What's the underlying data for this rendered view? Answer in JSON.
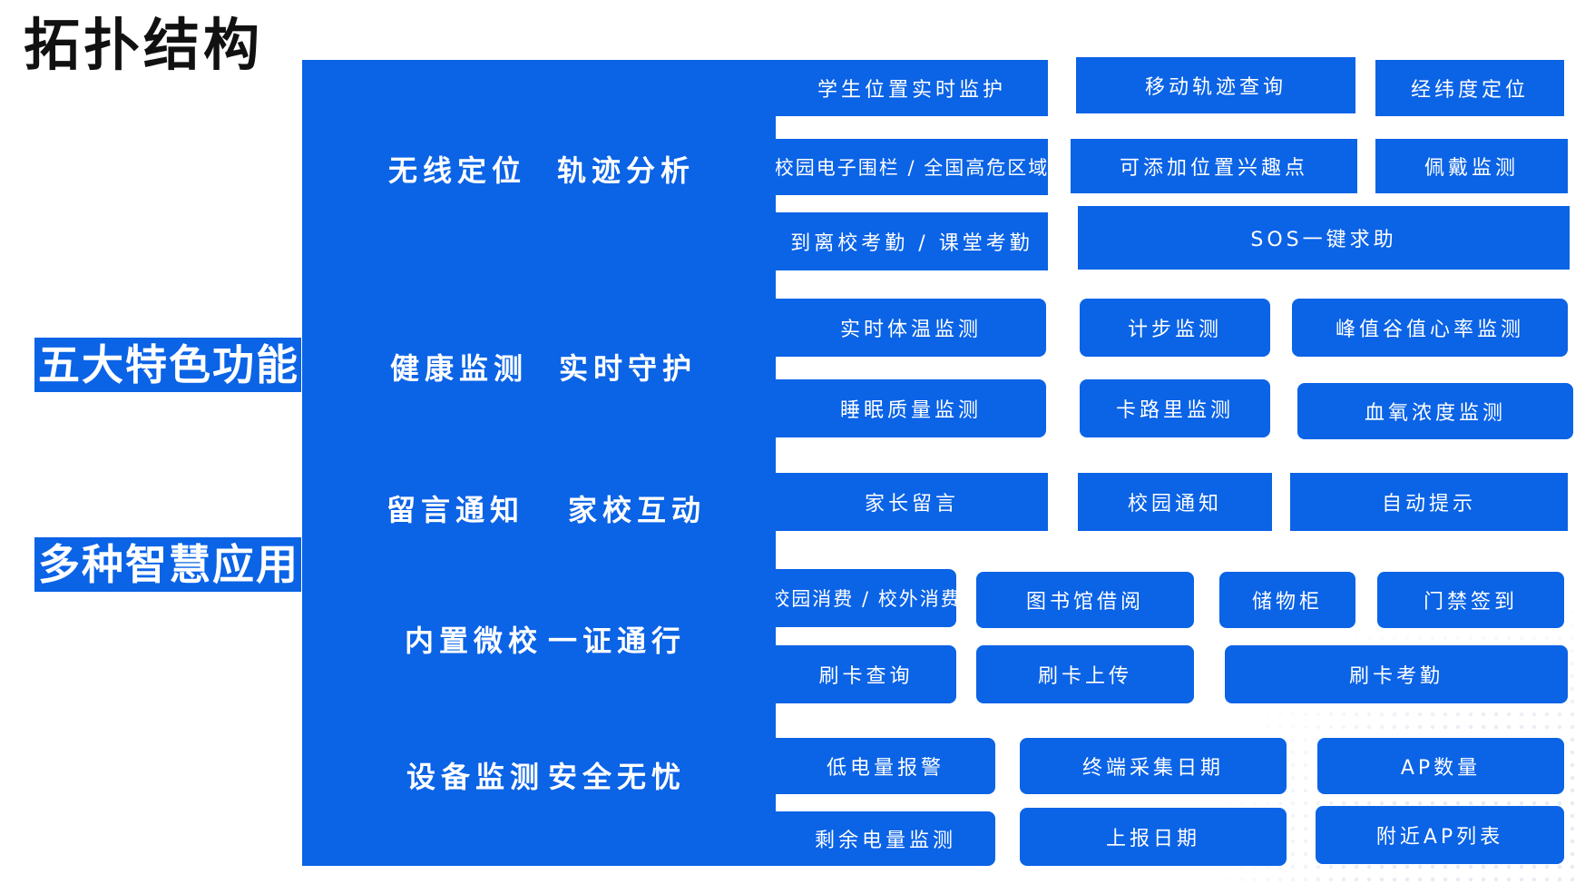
{
  "title": "拓扑结构",
  "side_labels": [
    "五大特色功能",
    "多种智慧应用"
  ],
  "categories": [
    {
      "left": "无线定位",
      "right": "轨迹分析"
    },
    {
      "left": "健康监测",
      "right": "实时守护"
    },
    {
      "left": "留言通知",
      "right": "家校互动"
    },
    {
      "left": "内置微校",
      "right": "一证通行"
    },
    {
      "left": "设备监测",
      "right": "安全无忧"
    }
  ],
  "features": {
    "positioning": [
      "学生位置实时监护",
      "移动轨迹查询",
      "经纬度定位",
      "校园电子围栏 / 全国高危区域",
      "可添加位置兴趣点",
      "佩戴监测",
      "到离校考勤 / 课堂考勤",
      "SOS一键求助"
    ],
    "health": [
      "实时体温监测",
      "计步监测",
      "峰值谷值心率监测",
      "睡眠质量监测",
      "卡路里监测",
      "血氧浓度监测"
    ],
    "messages": [
      "家长留言",
      "校园通知",
      "自动提示"
    ],
    "campus": [
      "校园消费 / 校外消费",
      "图书馆借阅",
      "储物柜",
      "门禁签到",
      "刷卡查询",
      "刷卡上传",
      "刷卡考勤"
    ],
    "device": [
      "低电量报警",
      "终端采集日期",
      "AP数量",
      "剩余电量监测",
      "上报日期",
      "附近AP列表"
    ]
  },
  "colors": {
    "accent": "#0b63e6",
    "text": "#ffffff",
    "title": "#111111"
  }
}
